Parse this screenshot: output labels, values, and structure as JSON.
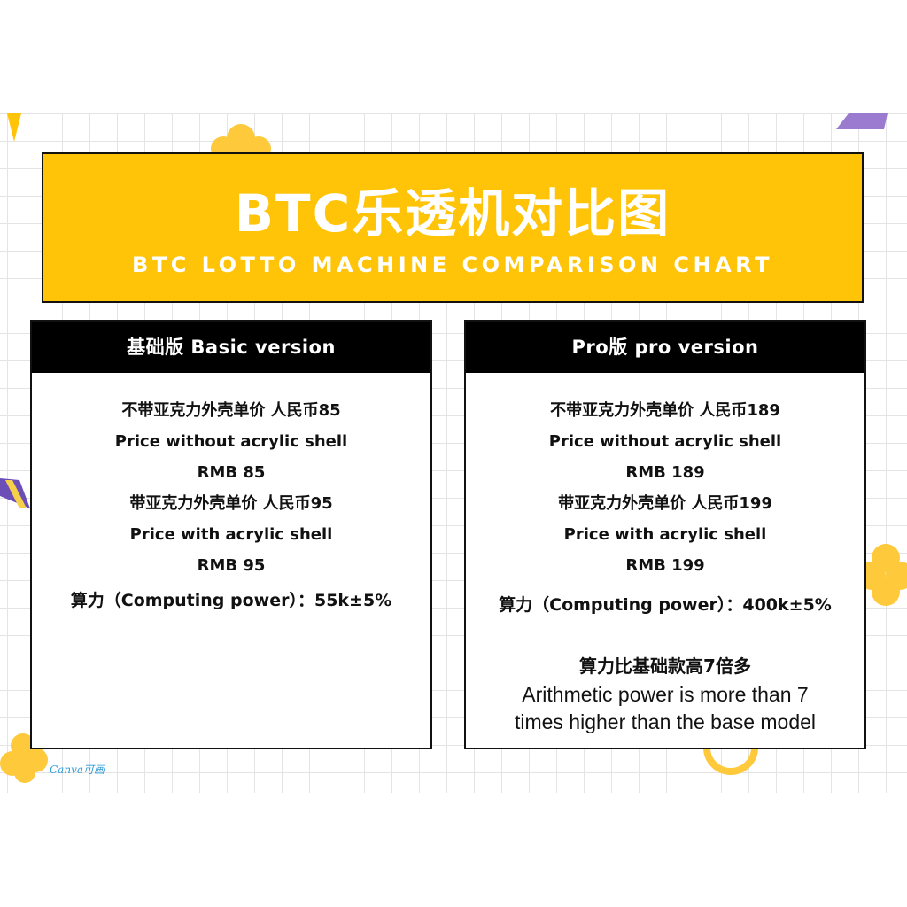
{
  "header": {
    "title_cn": "BTC乐透机对比图",
    "title_en": "BTC LOTTO MACHINE COMPARISON CHART"
  },
  "basic": {
    "label": "基础版 Basic version",
    "lines": [
      "不带亚克力外壳单价  人民币85",
      "Price without acrylic shell",
      "RMB 85",
      "带亚克力外壳单价  人民币95",
      "Price with acrylic shell",
      "RMB 95"
    ],
    "power": "算力（Computing power）：55k±5%"
  },
  "pro": {
    "label": "Pro版 pro version",
    "lines": [
      "不带亚克力外壳单价 人民币189",
      "Price without acrylic shell",
      "RMB 189",
      "带亚克力外壳单价 人民币199",
      "Price with acrylic shell",
      "RMB 199"
    ],
    "power": "算力（Computing power）：400k±5%",
    "compare_cn": "算力比基础款高7倍多",
    "compare_en_1": "Arithmetic power is more than 7",
    "compare_en_2": "times higher than the base model"
  },
  "logo": "Canva可画",
  "colors": {
    "accent": "#ffc408",
    "header_bg": "#000000",
    "decor_purple": "#9b7bcf"
  }
}
